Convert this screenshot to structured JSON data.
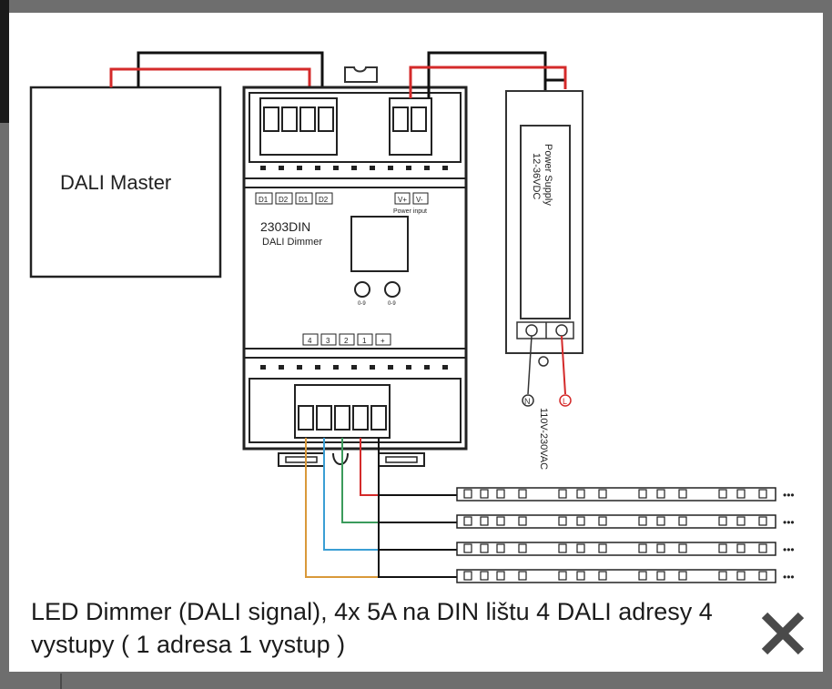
{
  "diagram": {
    "master_label": "DALI Master",
    "model": "2303DIN",
    "device_name": "DALI Dimmer",
    "top_terminals": [
      "D1",
      "D2",
      "D1",
      "D2"
    ],
    "power_terminals": [
      "V+",
      "V-"
    ],
    "power_input_label": "Power input",
    "button_labels": [
      "0-9",
      "0-9"
    ],
    "output_terminals": [
      "4",
      "3",
      "2",
      "1",
      "+"
    ],
    "psu_line1": "Power Supply",
    "psu_line2": "12-36VDC",
    "mains_label": "110V-230VAC",
    "neutral_symbol": "N",
    "live_symbol": "L",
    "strip_continuation": "•••",
    "colors": {
      "black_wire": "#111111",
      "red_wire": "#d42a2a",
      "green_wire": "#3b9b5c",
      "blue_wire": "#3a9ed4",
      "orange_wire": "#d9993a"
    }
  },
  "caption": "LED Dimmer (DALI signal), 4x 5A na DIN lištu 4 DALI adresy 4 vystupy ( 1 adresa 1 vystup )",
  "close_icon": "close-x-icon"
}
